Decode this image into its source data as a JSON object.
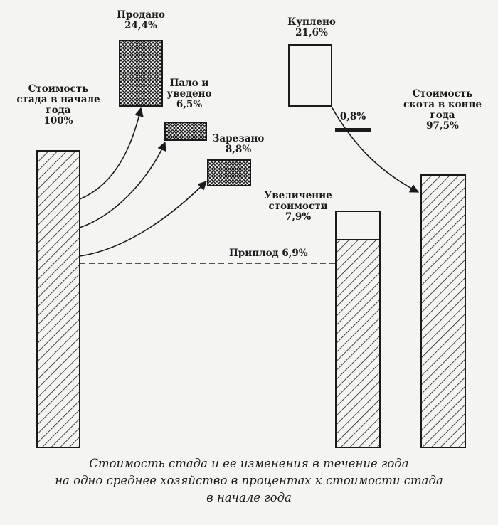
{
  "items": {
    "start": {
      "label": "Стоимость стада в начале года",
      "value": "100%"
    },
    "sold": {
      "label": "Продано",
      "value": "24,4%"
    },
    "died": {
      "label": "Пало и уведено",
      "value": "6,5%"
    },
    "slaughtered": {
      "label": "Зарезано",
      "value": "8,8%"
    },
    "bought": {
      "label": "Куплено",
      "value": "21,6%"
    },
    "small": {
      "value": "0,8%"
    },
    "increase": {
      "label": "Увеличение стоимости",
      "value": "7,9%"
    },
    "offspring": {
      "label": "Приплод",
      "value": "6,9%"
    },
    "end": {
      "label": "Стоимость скота в конце года",
      "value": "97,5%"
    }
  },
  "caption": [
    "Стоимость стада и ее изменения в течение года",
    "на одно среднее хозяйство в процентах к стоимости стада",
    "в начале года"
  ],
  "colors": {
    "ink": "#1a1a1a",
    "paper": "#f4f4f2"
  }
}
